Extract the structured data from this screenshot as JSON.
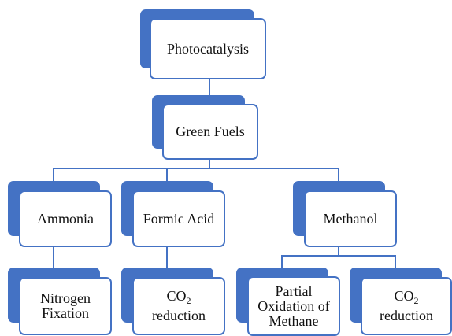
{
  "colors": {
    "accent": "#4472c4",
    "box_fill": "#ffffff",
    "text": "#111111"
  },
  "nodes": {
    "photocatalysis": {
      "label": "Photocatalysis"
    },
    "green_fuels": {
      "label": "Green Fuels"
    },
    "ammonia": {
      "label": "Ammonia"
    },
    "formic_acid": {
      "label": "Formic Acid"
    },
    "methanol": {
      "label": "Methanol"
    },
    "nitrogen_fixation": {
      "line1": "Nitrogen",
      "line2": "Fixation"
    },
    "co2_reduction_1": {
      "co": "CO",
      "sub": "2",
      "line2": "reduction"
    },
    "partial_oxidation": {
      "line1": "Partial",
      "line2": "Oxidation of",
      "line3": "Methane"
    },
    "co2_reduction_2": {
      "co": "CO",
      "sub": "2",
      "line2": "reduction"
    }
  },
  "edges": [
    [
      "photocatalysis",
      "green_fuels"
    ],
    [
      "green_fuels",
      "ammonia"
    ],
    [
      "green_fuels",
      "formic_acid"
    ],
    [
      "green_fuels",
      "methanol"
    ],
    [
      "ammonia",
      "nitrogen_fixation"
    ],
    [
      "formic_acid",
      "co2_reduction_1"
    ],
    [
      "methanol",
      "partial_oxidation"
    ],
    [
      "methanol",
      "co2_reduction_2"
    ]
  ]
}
